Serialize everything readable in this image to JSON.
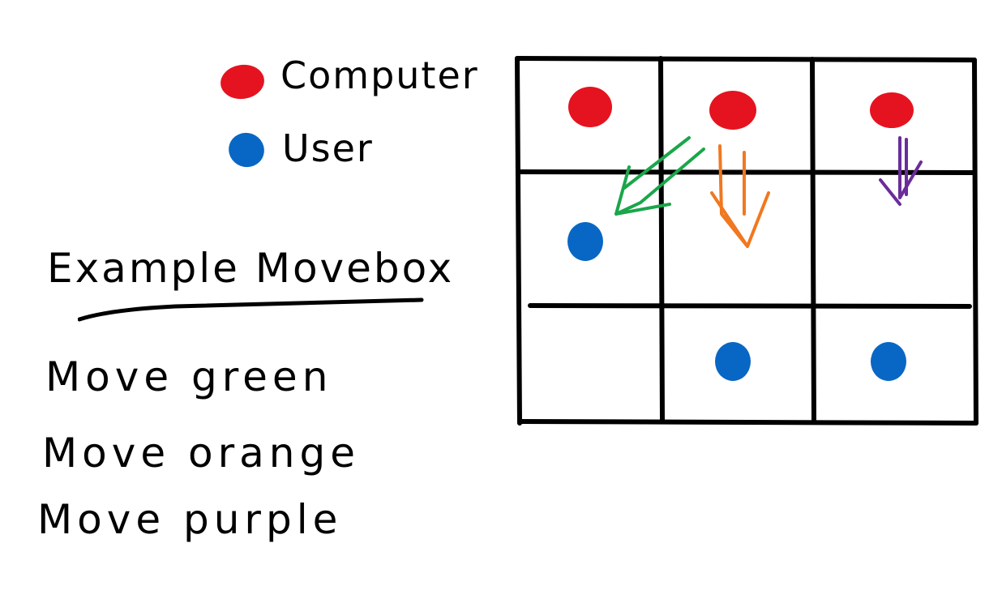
{
  "legend": {
    "items": [
      {
        "label": "Computer",
        "color": "#e5131f"
      },
      {
        "label": "User",
        "color": "#0867c4"
      }
    ]
  },
  "movebox": {
    "title": "Example Movebox",
    "moves": [
      "Move green",
      "Move orange",
      "Move purple"
    ]
  },
  "board": {
    "rows": 3,
    "cols": 3,
    "pieces": [
      {
        "owner": "Computer",
        "row": 0,
        "col": 0
      },
      {
        "owner": "Computer",
        "row": 0,
        "col": 1
      },
      {
        "owner": "Computer",
        "row": 0,
        "col": 2
      },
      {
        "owner": "User",
        "row": 1,
        "col": 0
      },
      {
        "owner": "User",
        "row": 2,
        "col": 1
      },
      {
        "owner": "User",
        "row": 2,
        "col": 2
      }
    ],
    "arrows": [
      {
        "color_name": "green",
        "color": "#1aa64a",
        "from": [
          0,
          1
        ],
        "to": [
          1,
          0
        ]
      },
      {
        "color_name": "orange",
        "color": "#f07820",
        "from": [
          0,
          1
        ],
        "to": [
          1,
          1
        ]
      },
      {
        "color_name": "purple",
        "color": "#6a2d9a",
        "from": [
          0,
          2
        ],
        "to": [
          1,
          2
        ]
      }
    ]
  }
}
